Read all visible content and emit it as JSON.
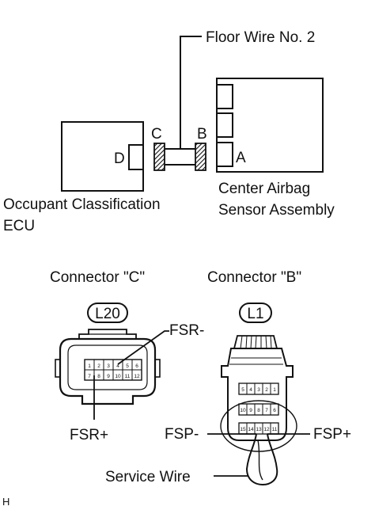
{
  "labels": {
    "floor_wire": "Floor Wire No. 2",
    "connector_c_letter": "C",
    "connector_b_letter": "B",
    "connector_d_letter": "D",
    "connector_a_letter": "A",
    "ecu_line1": "Occupant Classification",
    "ecu_line2": "ECU",
    "airbag_line1": "Center Airbag",
    "airbag_line2": "Sensor Assembly",
    "connector_c_title": "Connector \"C\"",
    "connector_b_title": "Connector \"B\"",
    "code_l20": "L20",
    "code_l1": "L1",
    "fsr_minus": "FSR-",
    "fsr_plus": "FSR+",
    "fsp_minus": "FSP-",
    "fsp_plus": "FSP+",
    "service_wire": "Service Wire",
    "corner_letter": "H"
  },
  "connector_c_pins": {
    "row1": [
      "1",
      "2",
      "3",
      "4",
      "5",
      "6"
    ],
    "row2": [
      "7",
      "8",
      "9",
      "10",
      "11",
      "12"
    ]
  },
  "connector_b_pins": {
    "row1": [
      "5",
      "4",
      "3",
      "2",
      "1"
    ],
    "row2": [
      "10",
      "9",
      "8",
      "7",
      "6"
    ],
    "row3": [
      "15",
      "14",
      "13",
      "12",
      "11"
    ]
  },
  "colors": {
    "line": "#111111",
    "background": "#ffffff",
    "hatch": "#111111"
  }
}
